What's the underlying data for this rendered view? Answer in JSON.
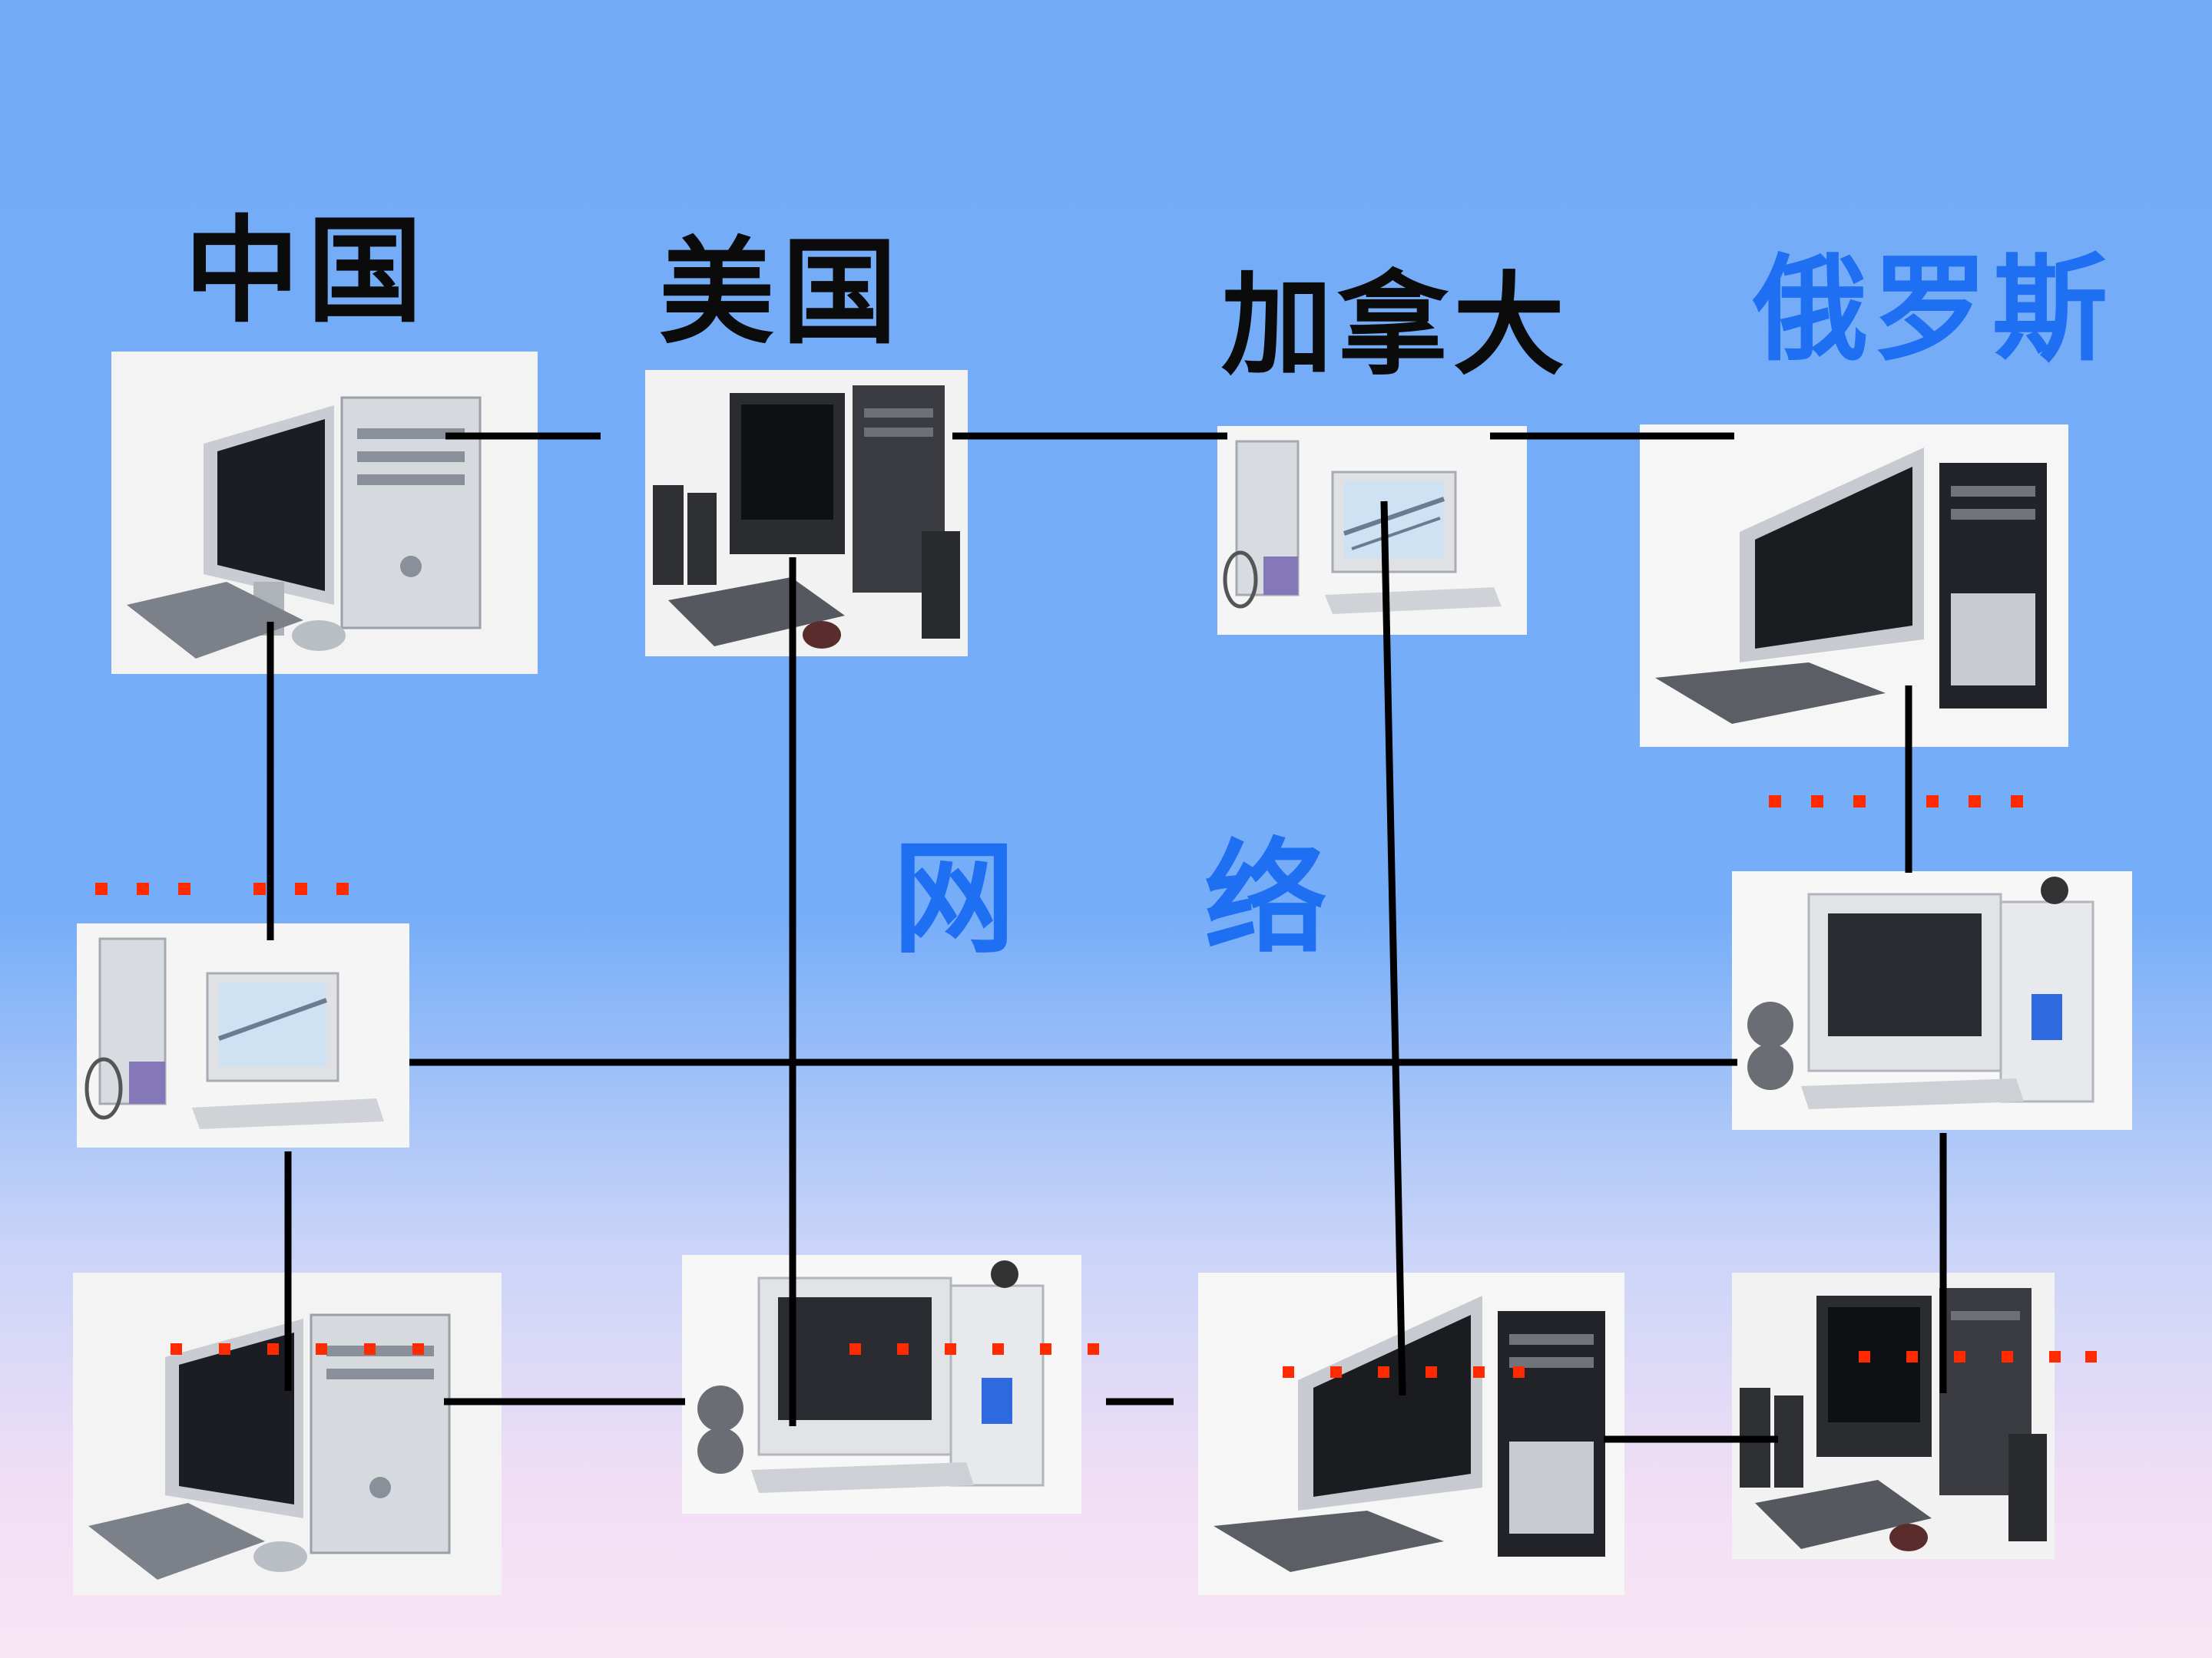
{
  "labels": {
    "china": "中国",
    "usa": "美国",
    "canada": "加拿大",
    "russia": "俄罗斯",
    "network_left": "网",
    "network_right": "络"
  },
  "colors": {
    "black_label": "#0b0b0b",
    "blue_label": "#1f6ff2",
    "link_line": "#000000",
    "ellipsis_dots": "#ff2a00"
  },
  "computers": [
    {
      "id": "china",
      "style": "silver-lcd-tower"
    },
    {
      "id": "usa",
      "style": "black-crt-speakers"
    },
    {
      "id": "canada",
      "style": "beige-tower-bridge-screen"
    },
    {
      "id": "russia",
      "style": "lcd-black-tower"
    },
    {
      "id": "left-mid",
      "style": "beige-tower-bridge-screen"
    },
    {
      "id": "right-mid",
      "style": "white-crt-webcam"
    },
    {
      "id": "bottom-1",
      "style": "silver-lcd-tower"
    },
    {
      "id": "bottom-2",
      "style": "white-crt-webcam"
    },
    {
      "id": "bottom-3",
      "style": "lcd-black-tower"
    },
    {
      "id": "bottom-4",
      "style": "black-crt-speakers"
    }
  ]
}
